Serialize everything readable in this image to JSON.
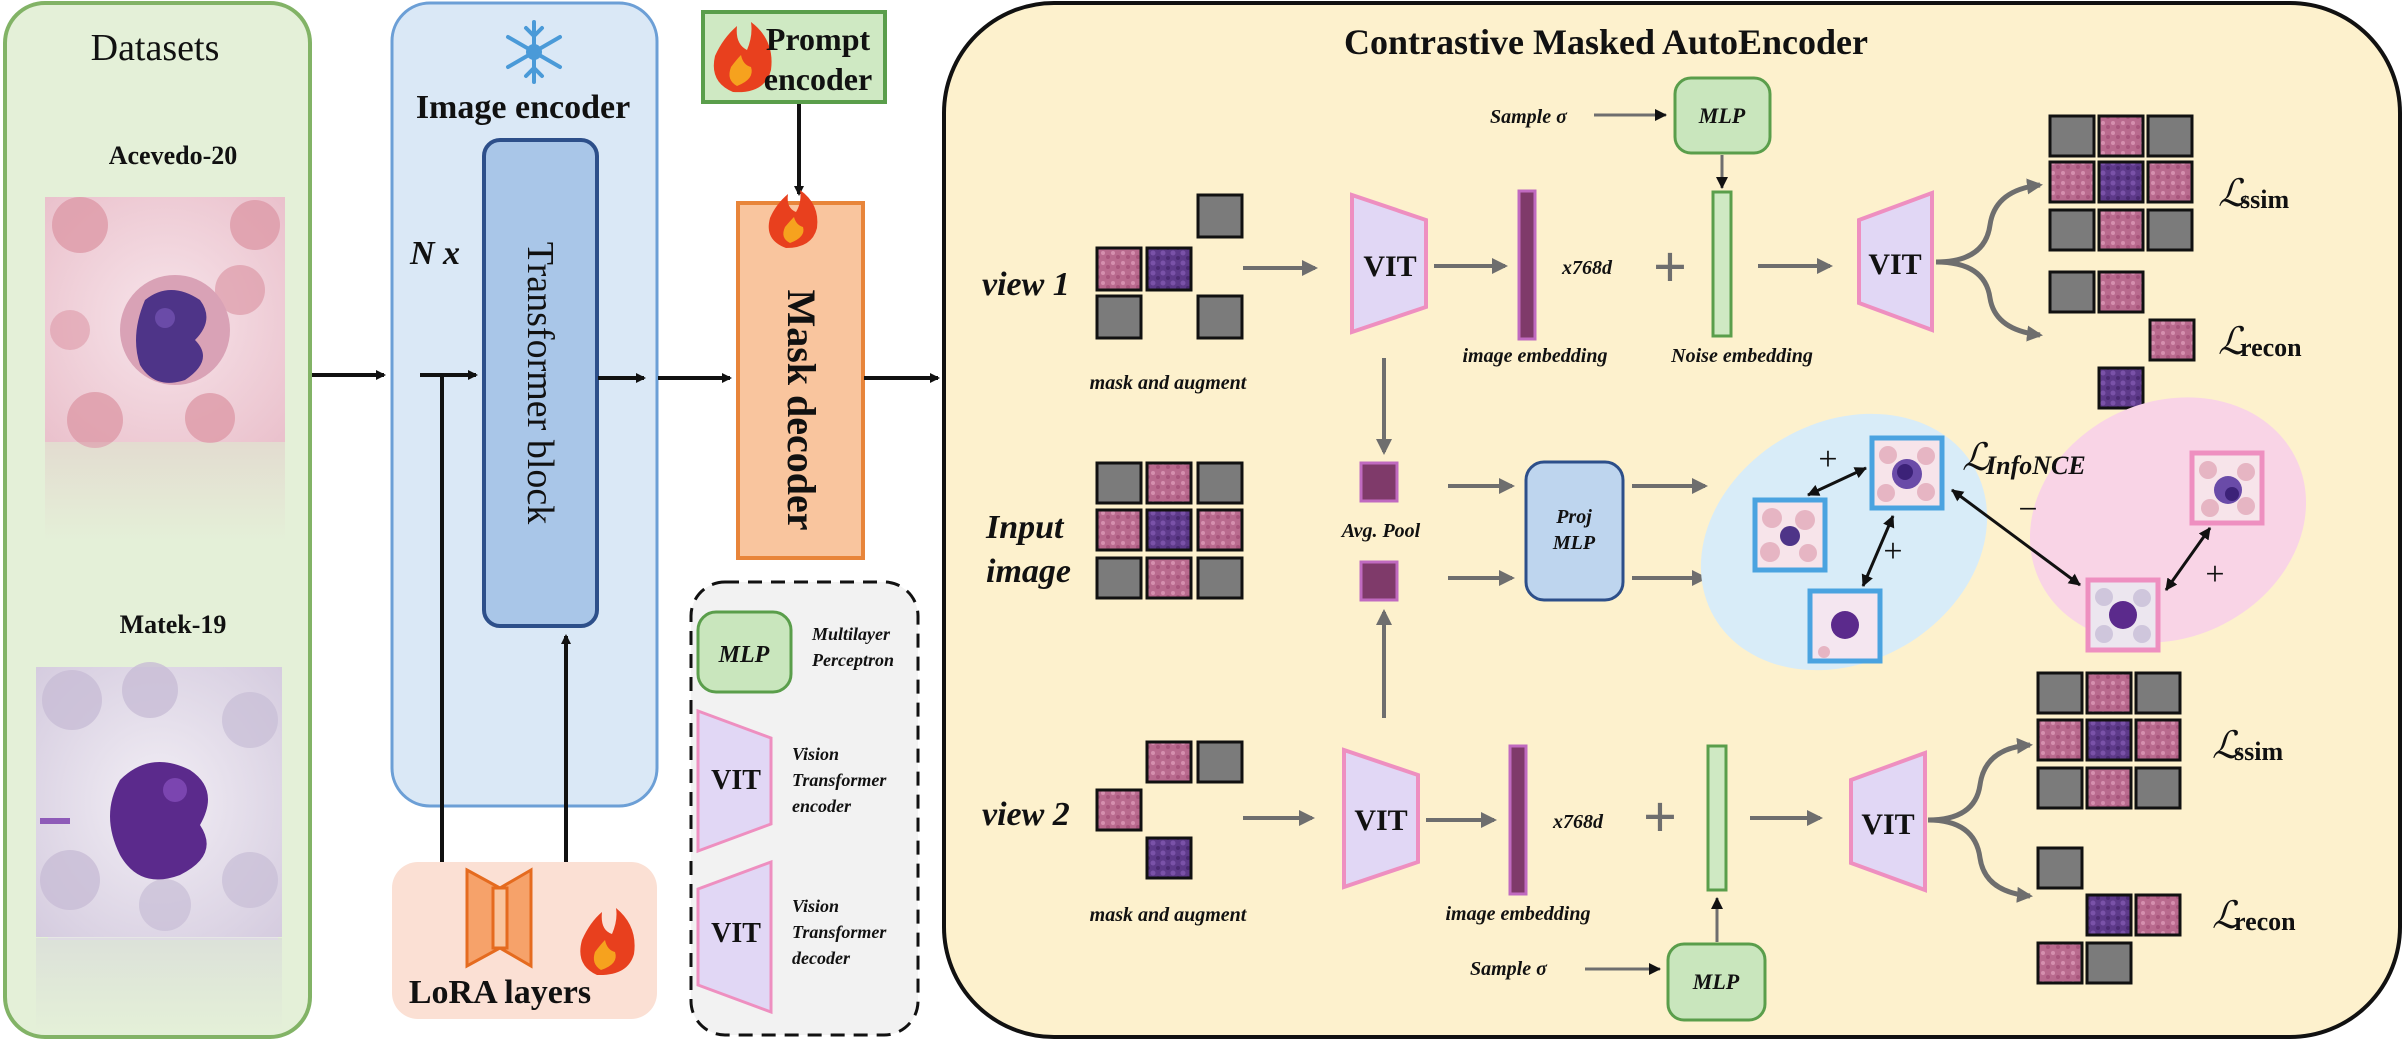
{
  "datasets": {
    "title": "Datasets",
    "dataset1": "Acevedo-20",
    "dataset2": "Matek-19"
  },
  "image_encoder": {
    "title": "Image encoder",
    "repeat_label": "N x",
    "block_label": "Transformer block"
  },
  "lora": {
    "label": "LoRA layers"
  },
  "prompt_encoder": {
    "line1": "Prompt",
    "line2": "encoder"
  },
  "mask_decoder": {
    "label": "Mask decoder"
  },
  "legend": {
    "mlp_box": "MLP",
    "mlp_line1": "Multilayer",
    "mlp_line2": "Perceptron",
    "vit_enc_box": "VIT",
    "vit_enc_line1": "Vision",
    "vit_enc_line2": "Transformer",
    "vit_enc_line3": "encoder",
    "vit_dec_box": "VIT",
    "vit_dec_line1": "Vision",
    "vit_dec_line2": "Transformer",
    "vit_dec_line3": "decoder"
  },
  "cmae": {
    "title": "Contrastive Masked AutoEncoder",
    "view1": "view 1",
    "view2": "view 2",
    "input_image_line1": "Input",
    "input_image_line2": "image",
    "mask_augment_1": "mask and augment",
    "mask_augment_2": "mask and augment",
    "vit_enc_1": "VIT",
    "vit_enc_2": "VIT",
    "vit_dec_1": "VIT",
    "vit_dec_2": "VIT",
    "dim_1": "x768d",
    "dim_2": "x768d",
    "image_embedding_1": "image embedding",
    "image_embedding_2": "image embedding",
    "noise_embedding": "Noise embedding",
    "sample_1": "Sample σ",
    "sample_2": "Sample σ",
    "mlp_1": "MLP",
    "mlp_2": "MLP",
    "plus_1": "+",
    "plus_2": "+",
    "avg_pool": "Avg. Pool",
    "proj_line1": "Proj",
    "proj_line2": "MLP",
    "loss_ssim_1": "ssim",
    "loss_recon_1": "recon",
    "loss_ssim_2": "ssim",
    "loss_recon_2": "recon",
    "loss_infonce": "InfoNCE",
    "loss_symbol": "ℒ",
    "pos_1": "+",
    "pos_2": "+",
    "pos_3": "+",
    "neg_1": "−"
  },
  "icons": [
    "snowflake-icon",
    "flame-icon",
    "lora-bottleneck-icon",
    "cell-image",
    "patch-grid"
  ],
  "colors": {
    "datasets_bg": "#e4f0d8",
    "datasets_border": "#82b366",
    "encoder_bg": "#dae8f6",
    "encoder_border": "#6c9fd6",
    "transformer_fill": "#a9c6e8",
    "transformer_border": "#2d4f8a",
    "lora_bg": "#fbe0d4",
    "lora_icon": "#f4a470",
    "prompt_fill": "#cfe9c3",
    "prompt_border": "#5a9e4b",
    "decoder_fill": "#f9c59e",
    "decoder_border": "#e8853a",
    "legend_bg": "#f2f2f2",
    "mlp_fill": "#c9e6bd",
    "vit_fill": "#e1d7f5",
    "vit_border": "#ee8fc0",
    "cmae_bg": "#fdf1cd",
    "embedding_fill": "#7f3a6a",
    "noise_fill": "#cfe9c3",
    "proj_fill": "#bed5ee",
    "blue_oval": "#d8ecf8",
    "pink_oval": "#f9d4e6"
  }
}
